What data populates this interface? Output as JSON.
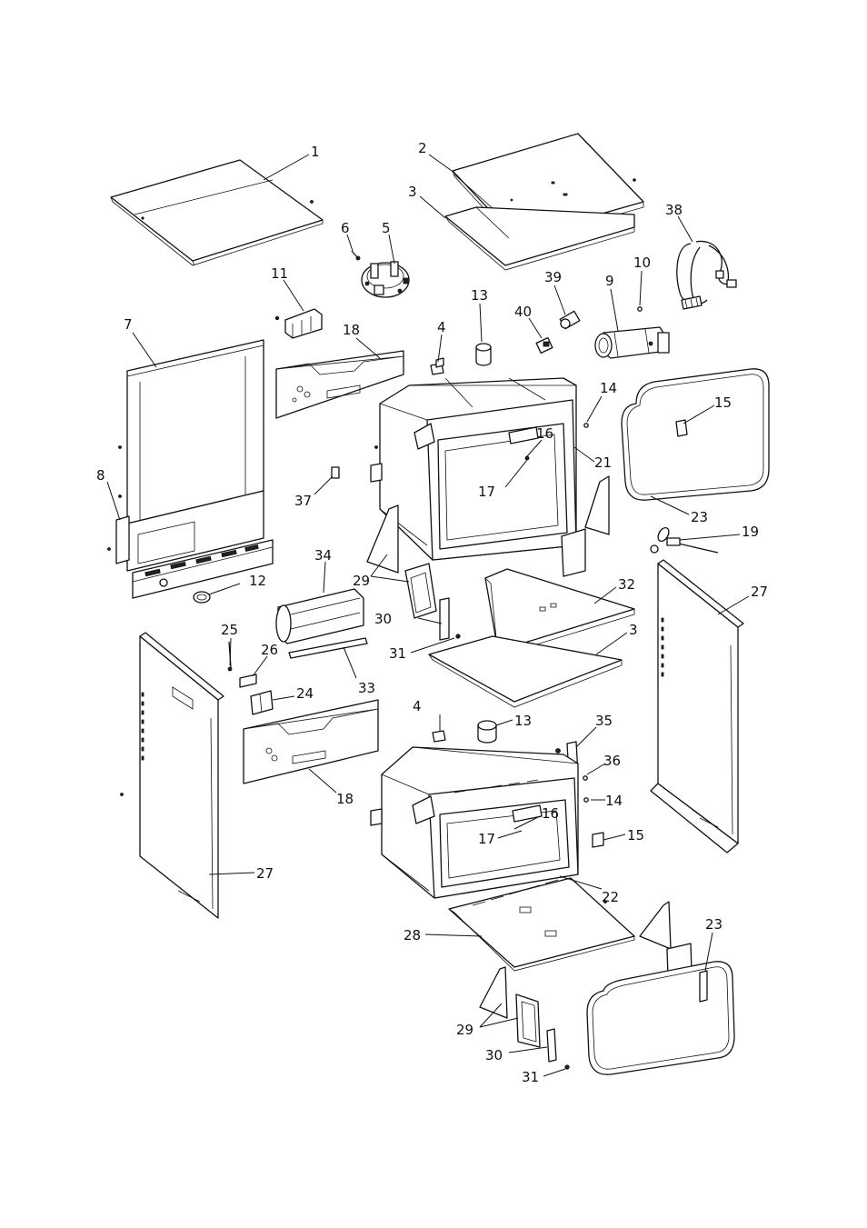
{
  "callouts": [
    {
      "id": "c1",
      "text": "1"
    },
    {
      "id": "c2",
      "text": "2"
    },
    {
      "id": "c3a",
      "text": "3"
    },
    {
      "id": "c38",
      "text": "38"
    },
    {
      "id": "c6",
      "text": "6"
    },
    {
      "id": "c5",
      "text": "5"
    },
    {
      "id": "c11",
      "text": "11"
    },
    {
      "id": "c39",
      "text": "39"
    },
    {
      "id": "c10",
      "text": "10"
    },
    {
      "id": "c13a",
      "text": "13"
    },
    {
      "id": "c9",
      "text": "9"
    },
    {
      "id": "c7",
      "text": "7"
    },
    {
      "id": "c40",
      "text": "40"
    },
    {
      "id": "c4a",
      "text": "4"
    },
    {
      "id": "c18a",
      "text": "18"
    },
    {
      "id": "c14a",
      "text": "14"
    },
    {
      "id": "c15a",
      "text": "15"
    },
    {
      "id": "c16a",
      "text": "16"
    },
    {
      "id": "c21",
      "text": "21"
    },
    {
      "id": "c8",
      "text": "8"
    },
    {
      "id": "c17a",
      "text": "17"
    },
    {
      "id": "c37",
      "text": "37"
    },
    {
      "id": "c23a",
      "text": "23"
    },
    {
      "id": "c19",
      "text": "19"
    },
    {
      "id": "c34",
      "text": "34"
    },
    {
      "id": "c27a",
      "text": "27"
    },
    {
      "id": "c32",
      "text": "32"
    },
    {
      "id": "c29a",
      "text": "29"
    },
    {
      "id": "c12",
      "text": "12"
    },
    {
      "id": "c30a",
      "text": "30"
    },
    {
      "id": "c3b",
      "text": "3"
    },
    {
      "id": "c25",
      "text": "25"
    },
    {
      "id": "c26",
      "text": "26"
    },
    {
      "id": "c31a",
      "text": "31"
    },
    {
      "id": "c33",
      "text": "33"
    },
    {
      "id": "c24",
      "text": "24"
    },
    {
      "id": "c4b",
      "text": "4"
    },
    {
      "id": "c13b",
      "text": "13"
    },
    {
      "id": "c35",
      "text": "35"
    },
    {
      "id": "c36",
      "text": "36"
    },
    {
      "id": "c18b",
      "text": "18"
    },
    {
      "id": "c14b",
      "text": "14"
    },
    {
      "id": "c16b",
      "text": "16"
    },
    {
      "id": "c17b",
      "text": "17"
    },
    {
      "id": "c15b",
      "text": "15"
    },
    {
      "id": "c27b",
      "text": "27"
    },
    {
      "id": "c22",
      "text": "22"
    },
    {
      "id": "c23b",
      "text": "23"
    },
    {
      "id": "c28",
      "text": "28"
    },
    {
      "id": "c29b",
      "text": "29"
    },
    {
      "id": "c30b",
      "text": "30"
    },
    {
      "id": "c31b",
      "text": "31"
    }
  ]
}
